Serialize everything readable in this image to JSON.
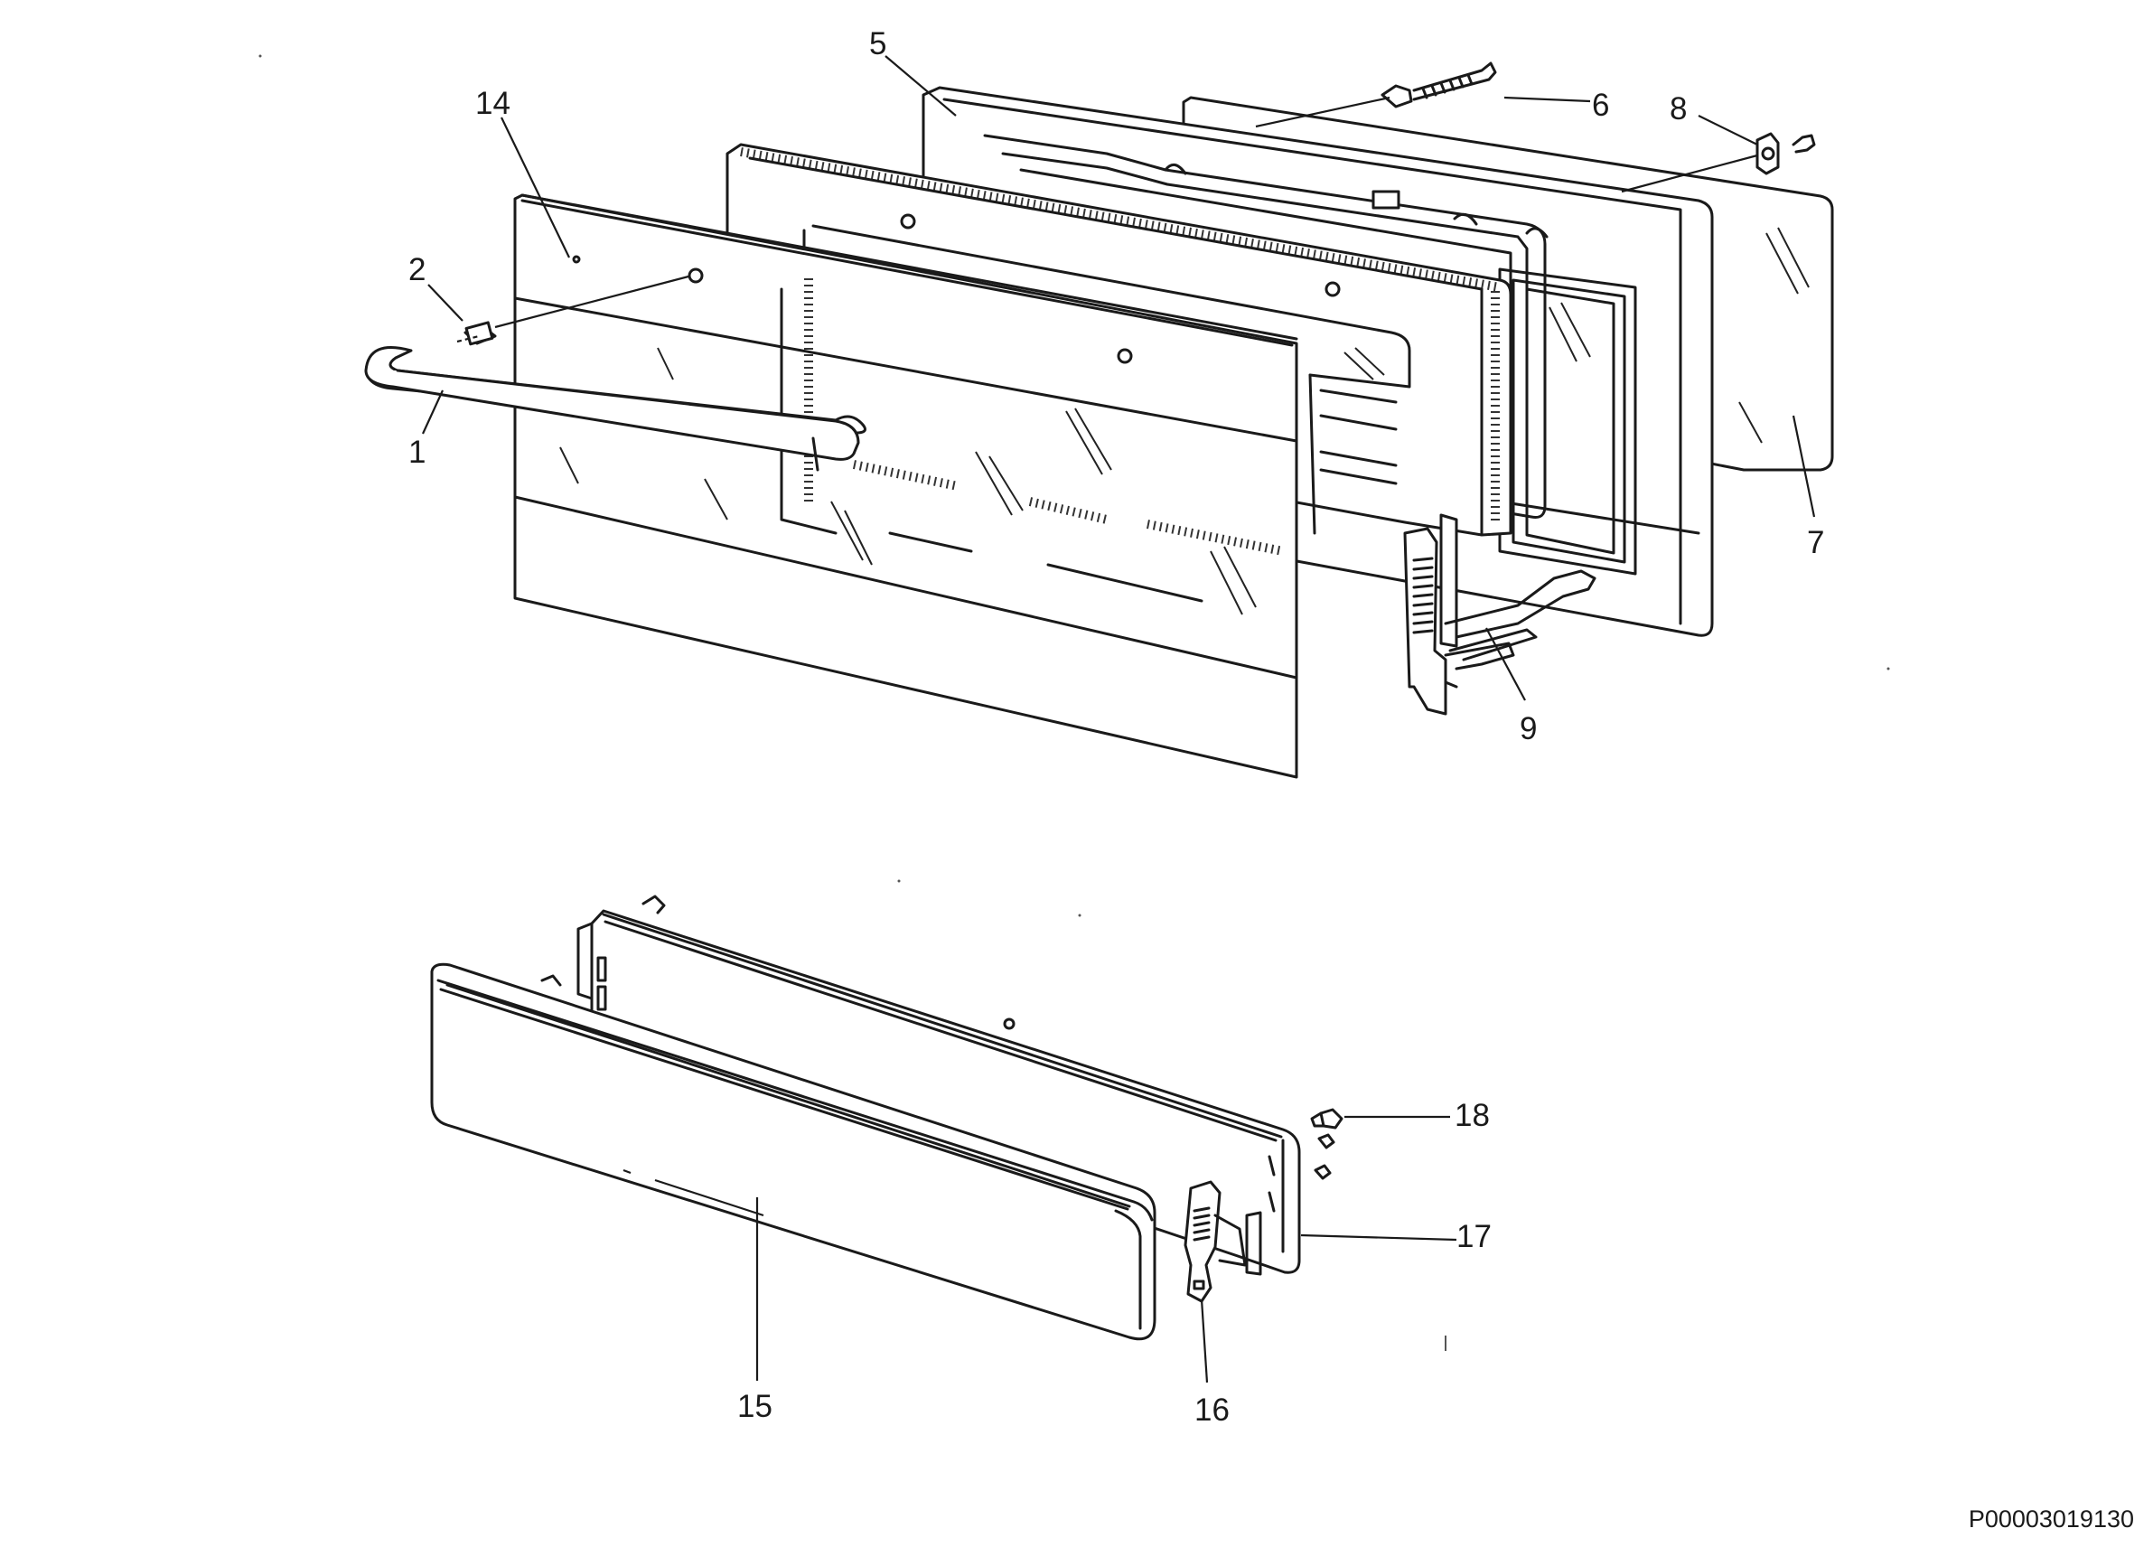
{
  "callouts": [
    "1",
    "2",
    "5",
    "6",
    "7",
    "8",
    "9",
    "14",
    "15",
    "16",
    "17",
    "18"
  ],
  "reference": "P00003019130"
}
